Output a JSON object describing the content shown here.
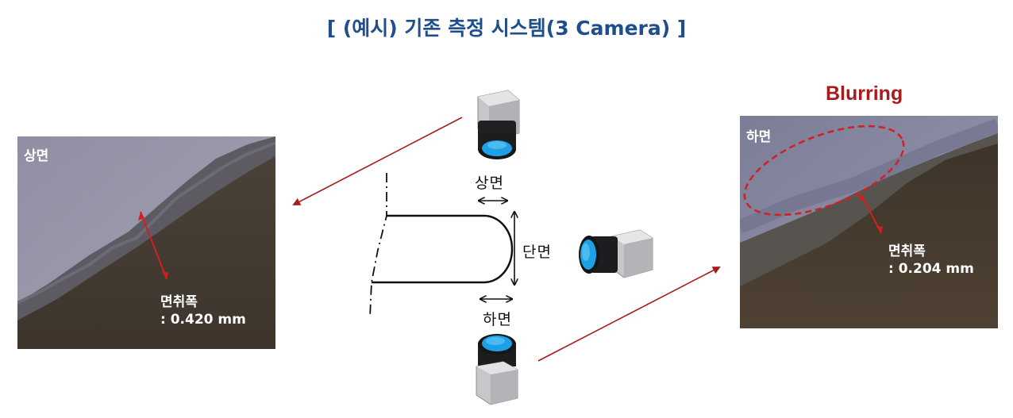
{
  "title": "[ (예시) 기존 측정 시스템(3 Camera) ]",
  "blurring_label": "Blurring",
  "top_image": {
    "tag": "상면",
    "measure_label": "면취폭",
    "measure_value": ": 0.420 mm"
  },
  "bottom_image": {
    "tag": "하면",
    "measure_label": "면취폭",
    "measure_value": ": 0.204 mm"
  },
  "diagram": {
    "top_face_label": "상면",
    "end_face_label": "단면",
    "bottom_face_label": "하면"
  },
  "colors": {
    "title": "#1f4e8c",
    "blurring": "#a61c1c",
    "arrow": "#a61c1c",
    "lens_blue": "#1ea0e6"
  },
  "icons": {
    "camera": "camera-icon",
    "double_arrow": "double-arrow-icon"
  }
}
